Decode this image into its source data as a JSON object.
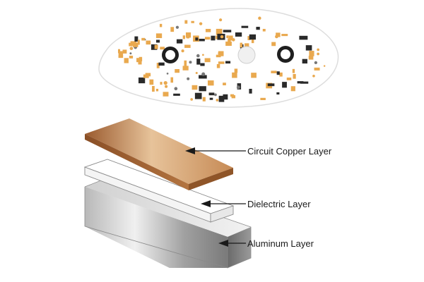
{
  "diagram": {
    "title": "",
    "layers": [
      {
        "id": "copper",
        "label": "Circuit Copper Layer"
      },
      {
        "id": "dielectric",
        "label": "Dielectric Layer"
      },
      {
        "id": "aluminum",
        "label": "Aluminum Layer"
      }
    ],
    "pcb": {
      "board_color": "#ffffff",
      "pad_color": "#e9a94f",
      "component_color": "#2a2a2a",
      "mounting_holes": 3
    },
    "watermark": "",
    "colors": {
      "copper_light": "#e8c49b",
      "copper_dark": "#a8683a",
      "dielectric": "#ffffff",
      "aluminum_light": "#e6e6e6",
      "aluminum_dark": "#8c8c8c",
      "arrow": "#1a1a1a"
    }
  }
}
